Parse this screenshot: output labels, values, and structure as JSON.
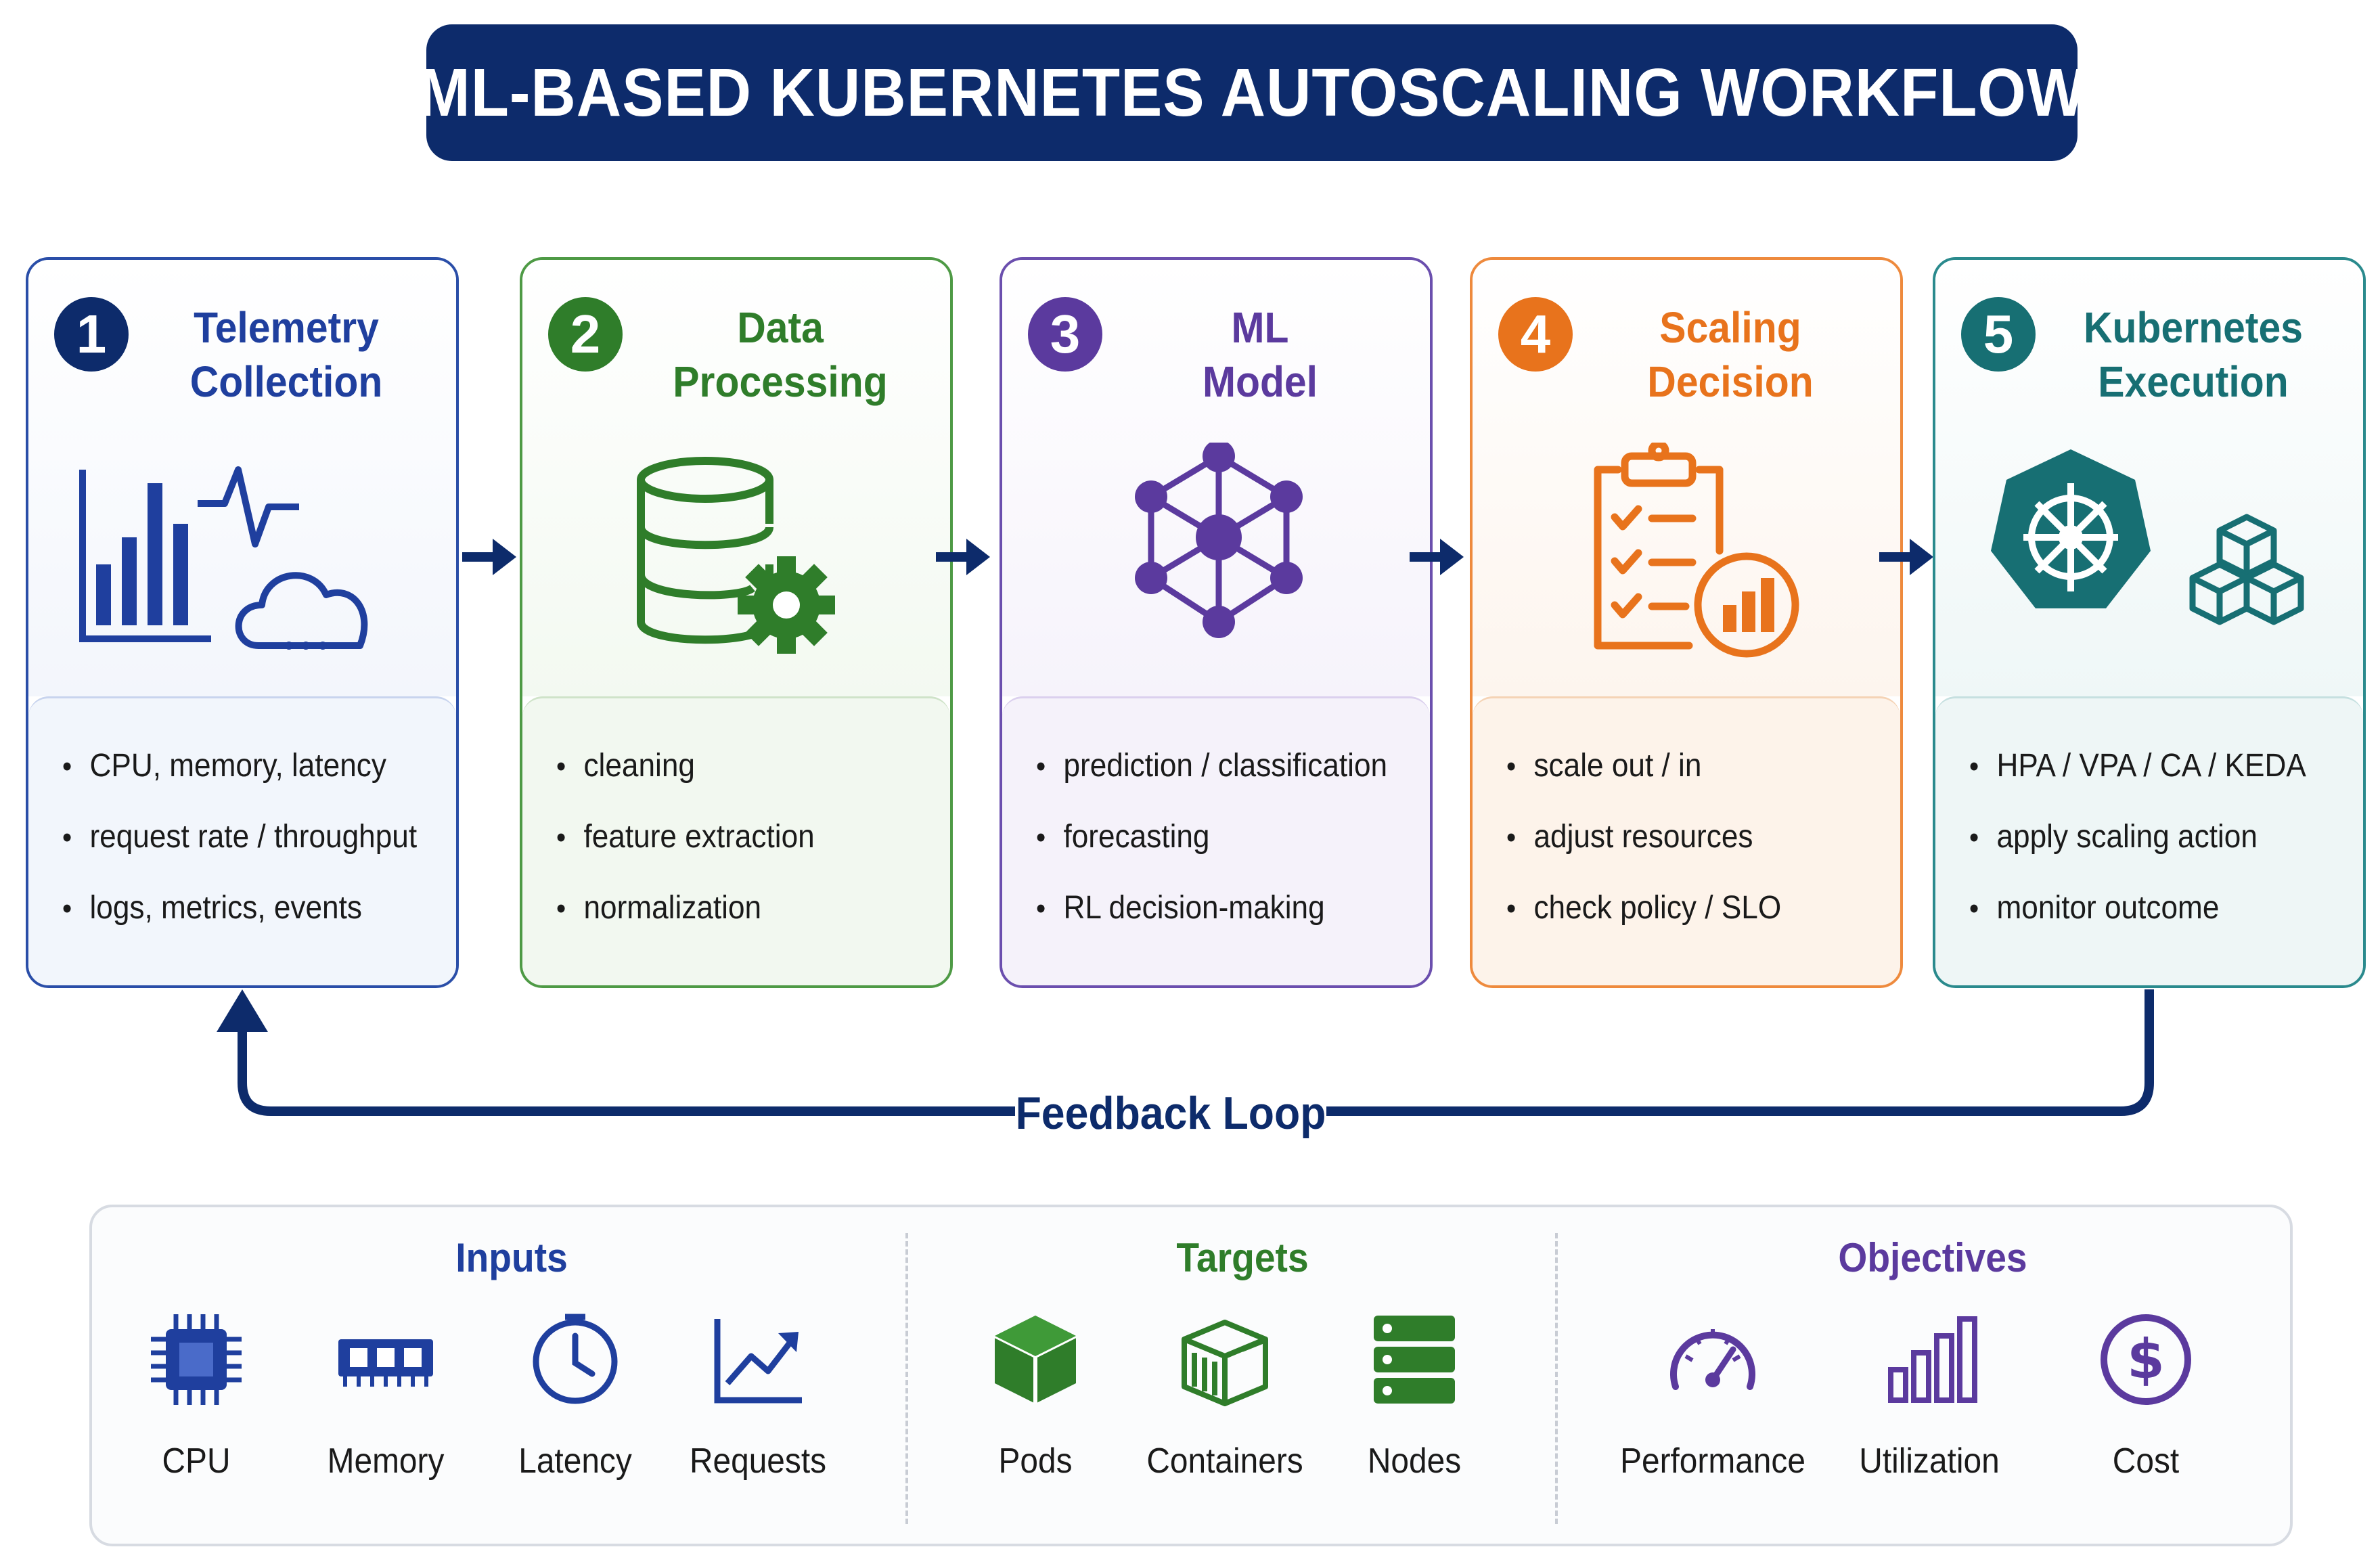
{
  "title": "ML-BASED KUBERNETES AUTOSCALING WORKFLOW",
  "colors": {
    "navy": "#0d2b6b",
    "blue": "#1f3f9e",
    "green": "#2f7d2a",
    "purple": "#5b3a9e",
    "orange": "#e8731c",
    "teal": "#176f73"
  },
  "steps": [
    {
      "number": "1",
      "title": "Telemetry\nCollection",
      "icon": "telemetry-chart-pulse-cloud-icon",
      "bullets": [
        "CPU, memory, latency",
        "request rate / throughput",
        "logs, metrics, events"
      ]
    },
    {
      "number": "2",
      "title": "Data\nProcessing",
      "icon": "database-gear-icon",
      "bullets": [
        "cleaning",
        "feature extraction",
        "normalization"
      ]
    },
    {
      "number": "3",
      "title": "ML\nModel",
      "icon": "neural-network-icon",
      "bullets": [
        "prediction / classification",
        "forecasting",
        "RL decision-making"
      ]
    },
    {
      "number": "4",
      "title": "Scaling\nDecision",
      "icon": "clipboard-checklist-chart-icon",
      "bullets": [
        "scale out / in",
        "adjust resources",
        "check policy / SLO"
      ]
    },
    {
      "number": "5",
      "title": "Kubernetes\nExecution",
      "icon": "kubernetes-helm-cubes-icon",
      "bullets": [
        "HPA / VPA / CA / KEDA",
        "apply scaling action",
        "monitor outcome"
      ]
    }
  ],
  "feedback_label": "Feedback Loop",
  "groups": [
    {
      "title": "Inputs",
      "items": [
        {
          "label": "CPU",
          "icon": "cpu-chip-icon"
        },
        {
          "label": "Memory",
          "icon": "memory-module-icon"
        },
        {
          "label": "Latency",
          "icon": "clock-icon"
        },
        {
          "label": "Requests",
          "icon": "trend-chart-icon"
        }
      ]
    },
    {
      "title": "Targets",
      "items": [
        {
          "label": "Pods",
          "icon": "cube-icon"
        },
        {
          "label": "Containers",
          "icon": "container-box-icon"
        },
        {
          "label": "Nodes",
          "icon": "server-stack-icon"
        }
      ]
    },
    {
      "title": "Objectives",
      "items": [
        {
          "label": "Performance",
          "icon": "speedometer-icon"
        },
        {
          "label": "Utilization",
          "icon": "bar-chart-icon"
        },
        {
          "label": "Cost",
          "icon": "dollar-coin-icon"
        }
      ]
    }
  ]
}
